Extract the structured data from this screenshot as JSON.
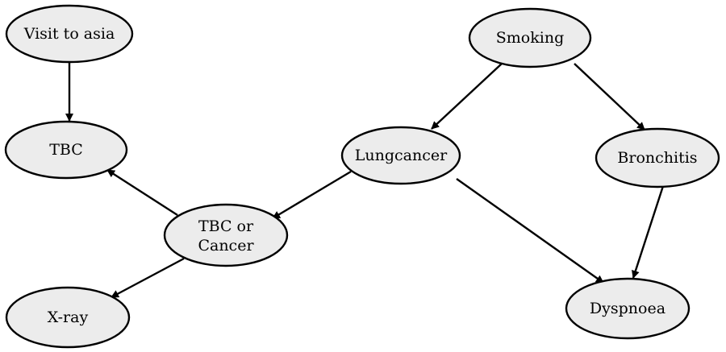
{
  "diagram": {
    "nodes": {
      "visit_to_asia": {
        "label": "Visit to asia"
      },
      "tbc": {
        "label": "TBC"
      },
      "tbc_or_cancer": {
        "label_line1": "TBC or",
        "label_line2": "Cancer"
      },
      "xray": {
        "label": "X-ray"
      },
      "smoking": {
        "label": "Smoking"
      },
      "lungcancer": {
        "label": "Lungcancer"
      },
      "bronchitis": {
        "label": "Bronchitis"
      },
      "dyspnoea": {
        "label": "Dyspnoea"
      }
    },
    "edges": [
      {
        "from": "visit_to_asia",
        "to": "tbc"
      },
      {
        "from": "tbc_or_cancer",
        "to": "tbc"
      },
      {
        "from": "tbc_or_cancer",
        "to": "xray"
      },
      {
        "from": "lungcancer",
        "to": "tbc_or_cancer"
      },
      {
        "from": "smoking",
        "to": "lungcancer"
      },
      {
        "from": "smoking",
        "to": "bronchitis"
      },
      {
        "from": "lungcancer",
        "to": "dyspnoea"
      },
      {
        "from": "bronchitis",
        "to": "dyspnoea"
      }
    ]
  }
}
